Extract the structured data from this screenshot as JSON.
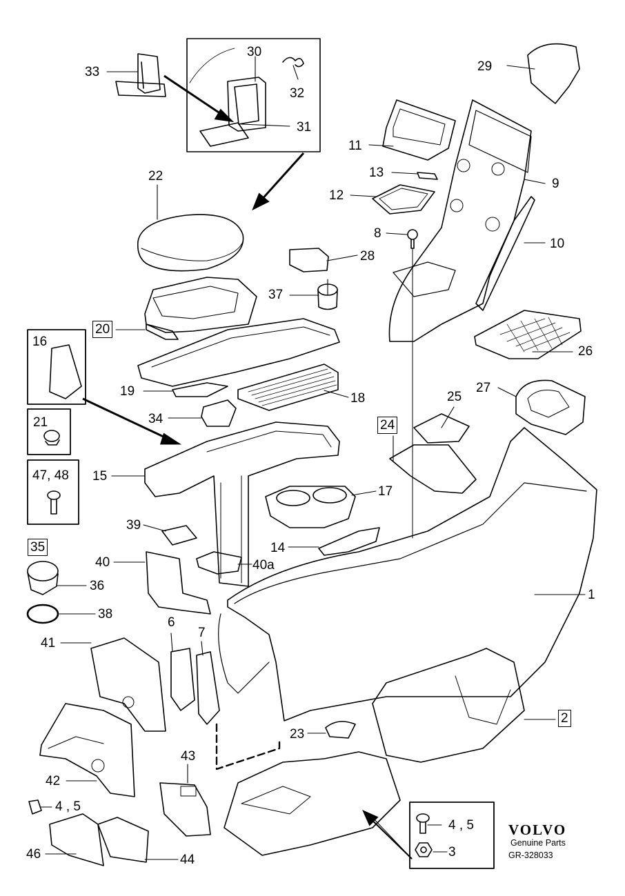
{
  "labels": {
    "p1": "1",
    "p2": "2",
    "p3": "3",
    "p45": "4 , 5",
    "p6": "6",
    "p7": "7",
    "p8": "8",
    "p9": "9",
    "p10": "10",
    "p11": "11",
    "p12": "12",
    "p13": "13",
    "p14": "14",
    "p15": "15",
    "p16": "16",
    "p17": "17",
    "p18": "18",
    "p19": "19",
    "p20": "20",
    "p21": "21",
    "p22": "22",
    "p23": "23",
    "p24": "24",
    "p25": "25",
    "p26": "26",
    "p27": "27",
    "p28": "28",
    "p29": "29",
    "p30": "30",
    "p31": "31",
    "p32": "32",
    "p33": "33",
    "p34": "34",
    "p35": "35",
    "p36": "36",
    "p37": "37",
    "p38": "38",
    "p39": "39",
    "p40": "40",
    "p40a": "40a",
    "p41": "41",
    "p42": "42",
    "p43": "43",
    "p44": "44",
    "p46": "46",
    "p4748": "47, 48"
  },
  "branding": {
    "logo_text": "VOLVO",
    "subtitle": "Genuine Parts",
    "ref_code": "GR-328033"
  },
  "colors": {
    "ink": "#000000",
    "background": "#ffffff"
  }
}
